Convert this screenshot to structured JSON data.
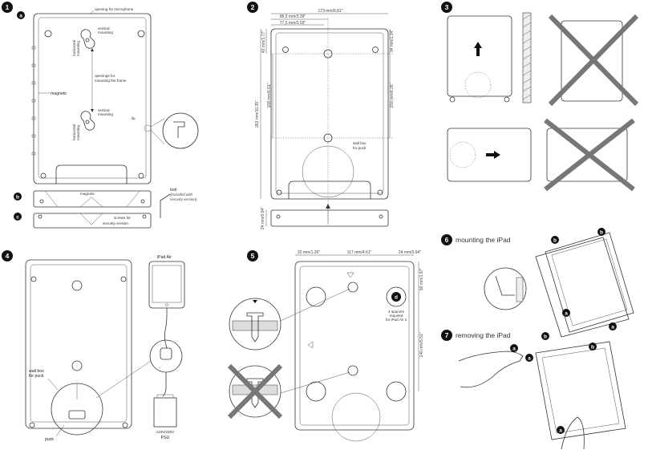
{
  "steps": [
    {
      "n": "1"
    },
    {
      "n": "2"
    },
    {
      "n": "3"
    },
    {
      "n": "4"
    },
    {
      "n": "5"
    },
    {
      "n": "6"
    },
    {
      "n": "7"
    }
  ],
  "letters": {
    "a": "a",
    "b": "b",
    "c": "c",
    "d": "d"
  },
  "p1": {
    "mic": "opening for microphone",
    "vertical": "vertical",
    "mounting": "mounting",
    "horizontal": "horizontal",
    "openings_l1": "openings for",
    "openings_l2": "mounting the frame",
    "magnets": "magnets",
    "lip": "lip",
    "magnets2": "magnets",
    "tool": "tool",
    "tool_l1": "(included with",
    "tool_l2": "security version)",
    "screws_l1": "screws for",
    "screws_l2": "security version"
  },
  "p2": {
    "d173": "173 mm/6.81\"",
    "d86": "86,5 mm/3.39\"",
    "d77": "77,5 mm/3.03\"",
    "d43": "43 mm/1.77\"",
    "d34": "34 mm/1.34\"",
    "d168": "168 mm/6.61\"",
    "d159": "159 mm/6.26\"",
    "d263": "263 mm/10.35\"",
    "d24": "24 mm/0.94\"",
    "wallbox_l1": "wall box",
    "wallbox_l2": "for puck"
  },
  "p4": {
    "ipad": "iPad Air",
    "wallbox_l1": "wall box",
    "wallbox_l2": "for puck",
    "puck": "puck",
    "psu_l1": "110V/230V",
    "psu_l2": "PSU"
  },
  "p5": {
    "d32": "32 mm/1.26\"",
    "d117": "117 mm/4.61\"",
    "d24": "24 mm/0.94\"",
    "d50": "50 mm/1.97\"",
    "d140": "140 mm/5.51\"",
    "spacers_l1": "4 spacers",
    "spacers_l2": "required",
    "spacers_l3": "for iPad Air 2"
  },
  "p6": {
    "title": "mounting the iPad"
  },
  "p7": {
    "title": "removing the iPad"
  }
}
